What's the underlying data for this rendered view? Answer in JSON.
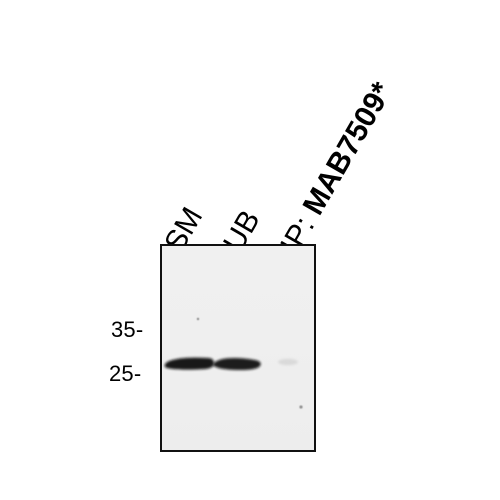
{
  "lanes": {
    "sm": "SM",
    "ub": "UB",
    "ip_prefix": "IP: ",
    "ip_antibody": "MAB7509*"
  },
  "markers": {
    "kda_35": "35-",
    "kda_25": "25-"
  },
  "colors": {
    "background": "#ffffff",
    "blot_fill": "#efefef",
    "band": "#111111"
  }
}
